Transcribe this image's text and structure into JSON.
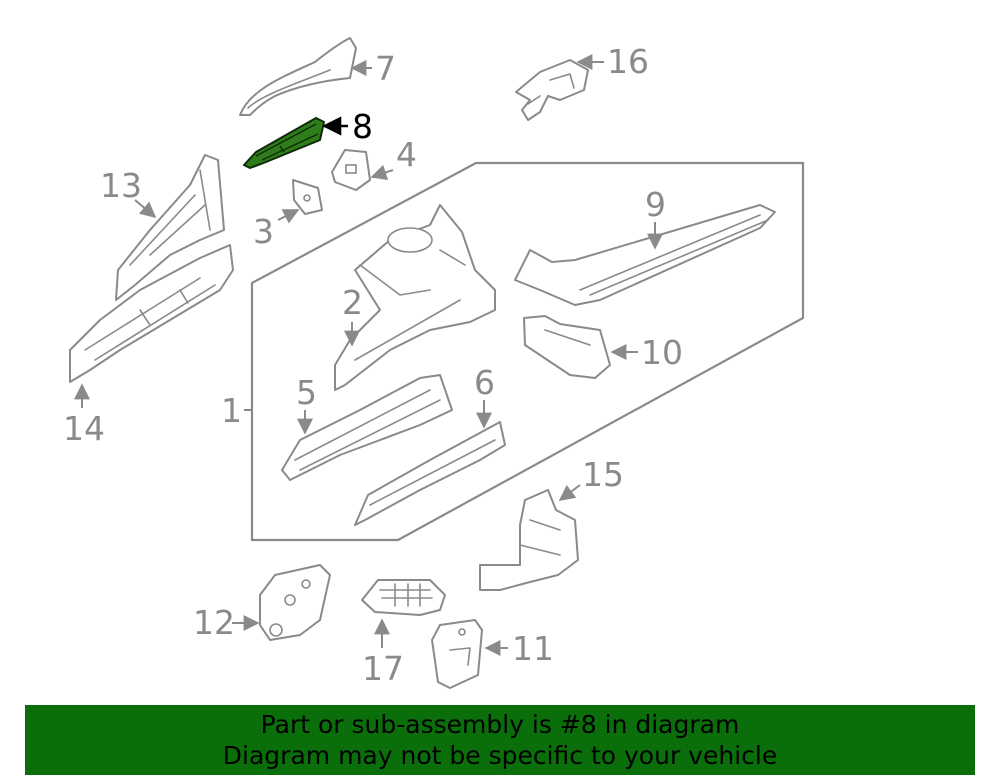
{
  "highlight_color": "#2e7d1a",
  "banner_color": "#0a6e0a",
  "callouts": {
    "c1": "1",
    "c2": "2",
    "c3": "3",
    "c4": "4",
    "c5": "5",
    "c6": "6",
    "c7": "7",
    "c8": "8",
    "c9": "9",
    "c10": "10",
    "c11": "11",
    "c12": "12",
    "c13": "13",
    "c14": "14",
    "c15": "15",
    "c16": "16",
    "c17": "17"
  },
  "highlighted_part": "8",
  "banner": {
    "line1": "Part or sub-assembly is #8 in diagram",
    "line2": "Diagram may not be specific to your vehicle"
  }
}
